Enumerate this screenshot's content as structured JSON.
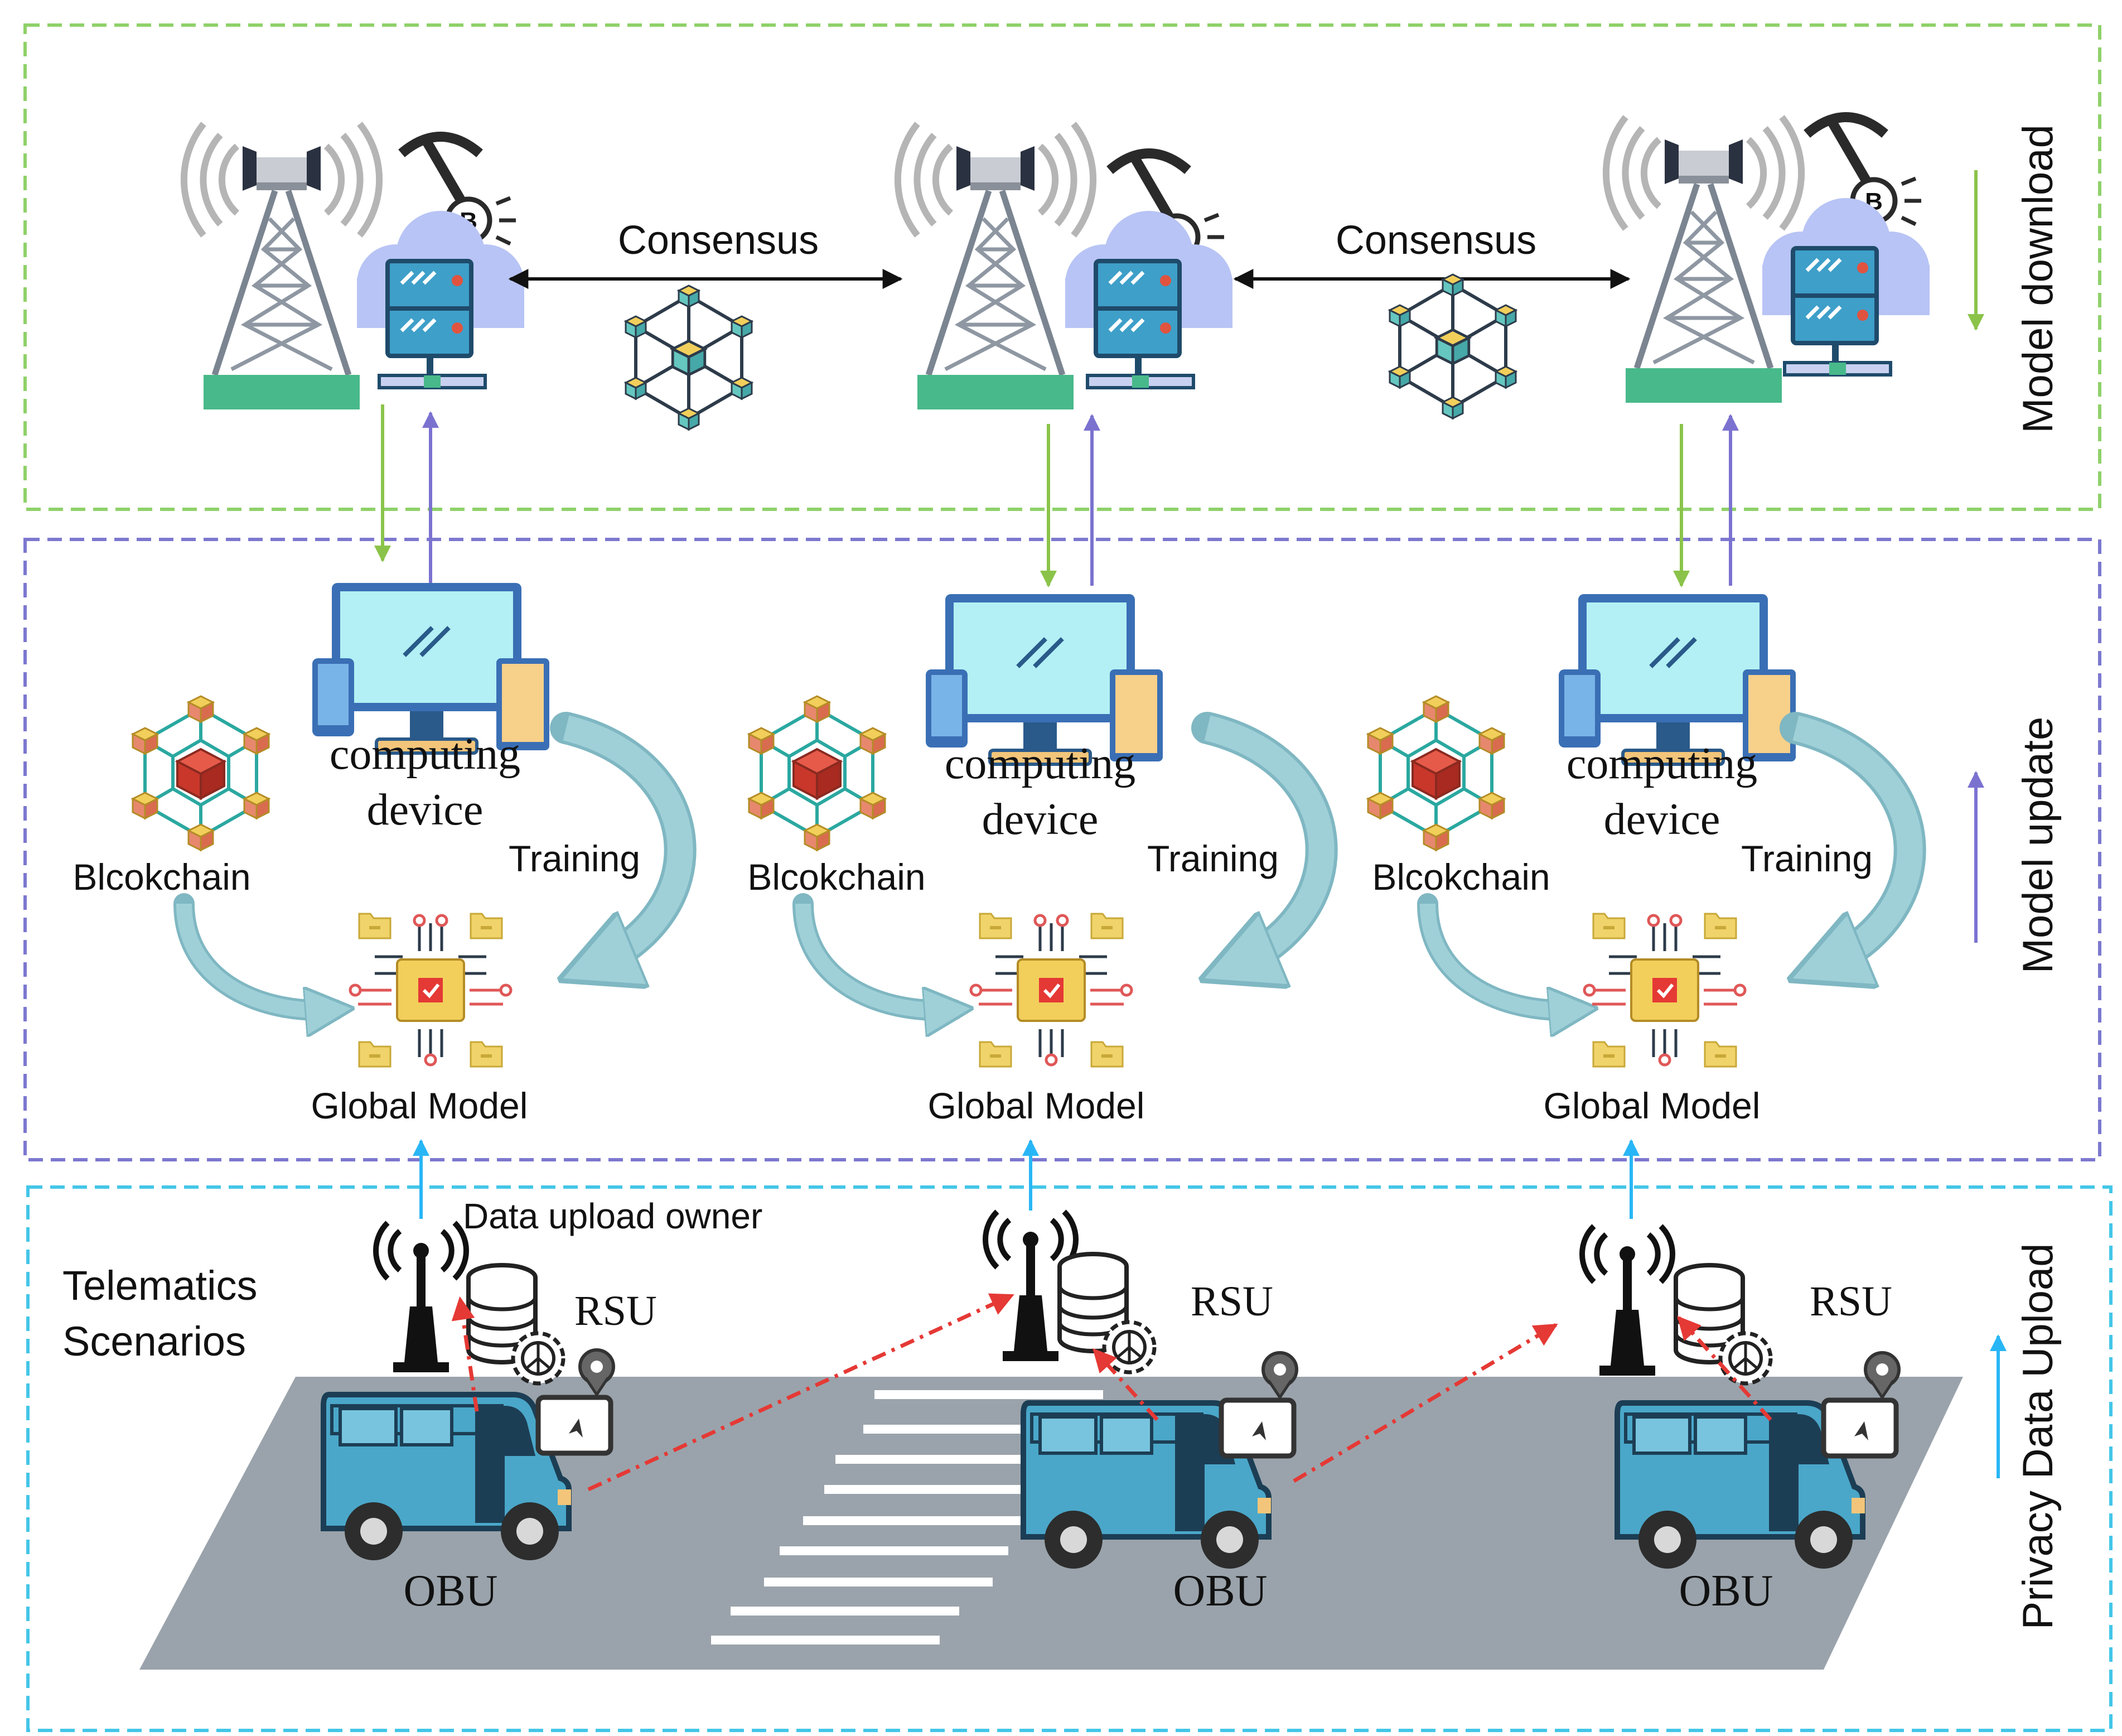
{
  "colors": {
    "download_border": "#8fd16a",
    "update_border": "#7c78cf",
    "upload_border": "#44c6e8",
    "green_arrow": "#8bc34a",
    "purple_arrow": "#7b72d0",
    "cyan_arrow": "#29b6f6",
    "red_link": "#e53935",
    "tower_base": "#48b98a",
    "road": "#9aa3ab",
    "van": "#4aa7c9",
    "cloud": "#b8c4f5",
    "server": "#3e9fc9",
    "monitor_screen": "#b2f0f5",
    "block_gold": "#f2cf5b",
    "block_red": "#d94a3a",
    "curve_teal": "#9fd0d8"
  },
  "sections": {
    "download": {
      "label": "Model download"
    },
    "update": {
      "label": "Model update"
    },
    "upload": {
      "label": "Privacy Data Upload"
    }
  },
  "consensus": [
    {
      "label": "Consensus"
    },
    {
      "label": "Consensus"
    }
  ],
  "icons": {
    "tower": "radio-tower-icon",
    "mining": "pickaxe-bitcoin-icon",
    "server": "cloud-server-icon",
    "blockchain_network": "blockchain-network-icon",
    "computer": "computing-device-icon",
    "blockchain": "blockchain-icon",
    "model": "global-model-chip-icon",
    "rsu": "rsu-antenna-icon",
    "database": "database-gear-icon",
    "vehicle": "van-icon",
    "tablet": "navigation-tablet-icon"
  },
  "columns": [
    {
      "computing_device_line1": "computing",
      "computing_device_line2": "device",
      "blockchain": "Blcokchain",
      "training": "Training",
      "global_model": "Global Model",
      "rsu": "RSU",
      "obu": "OBU"
    },
    {
      "computing_device_line1": "computing",
      "computing_device_line2": "device",
      "blockchain": "Blcokchain",
      "training": "Training",
      "global_model": "Global Model",
      "rsu": "RSU",
      "obu": "OBU"
    },
    {
      "computing_device_line1": "computing",
      "computing_device_line2": "device",
      "blockchain": "Blcokchain",
      "training": "Training",
      "global_model": "Global Model",
      "rsu": "RSU",
      "obu": "OBU"
    }
  ],
  "data_upload_owner": "Data upload owner",
  "telematics": {
    "line1": "Telematics",
    "line2": "Scenarios"
  }
}
